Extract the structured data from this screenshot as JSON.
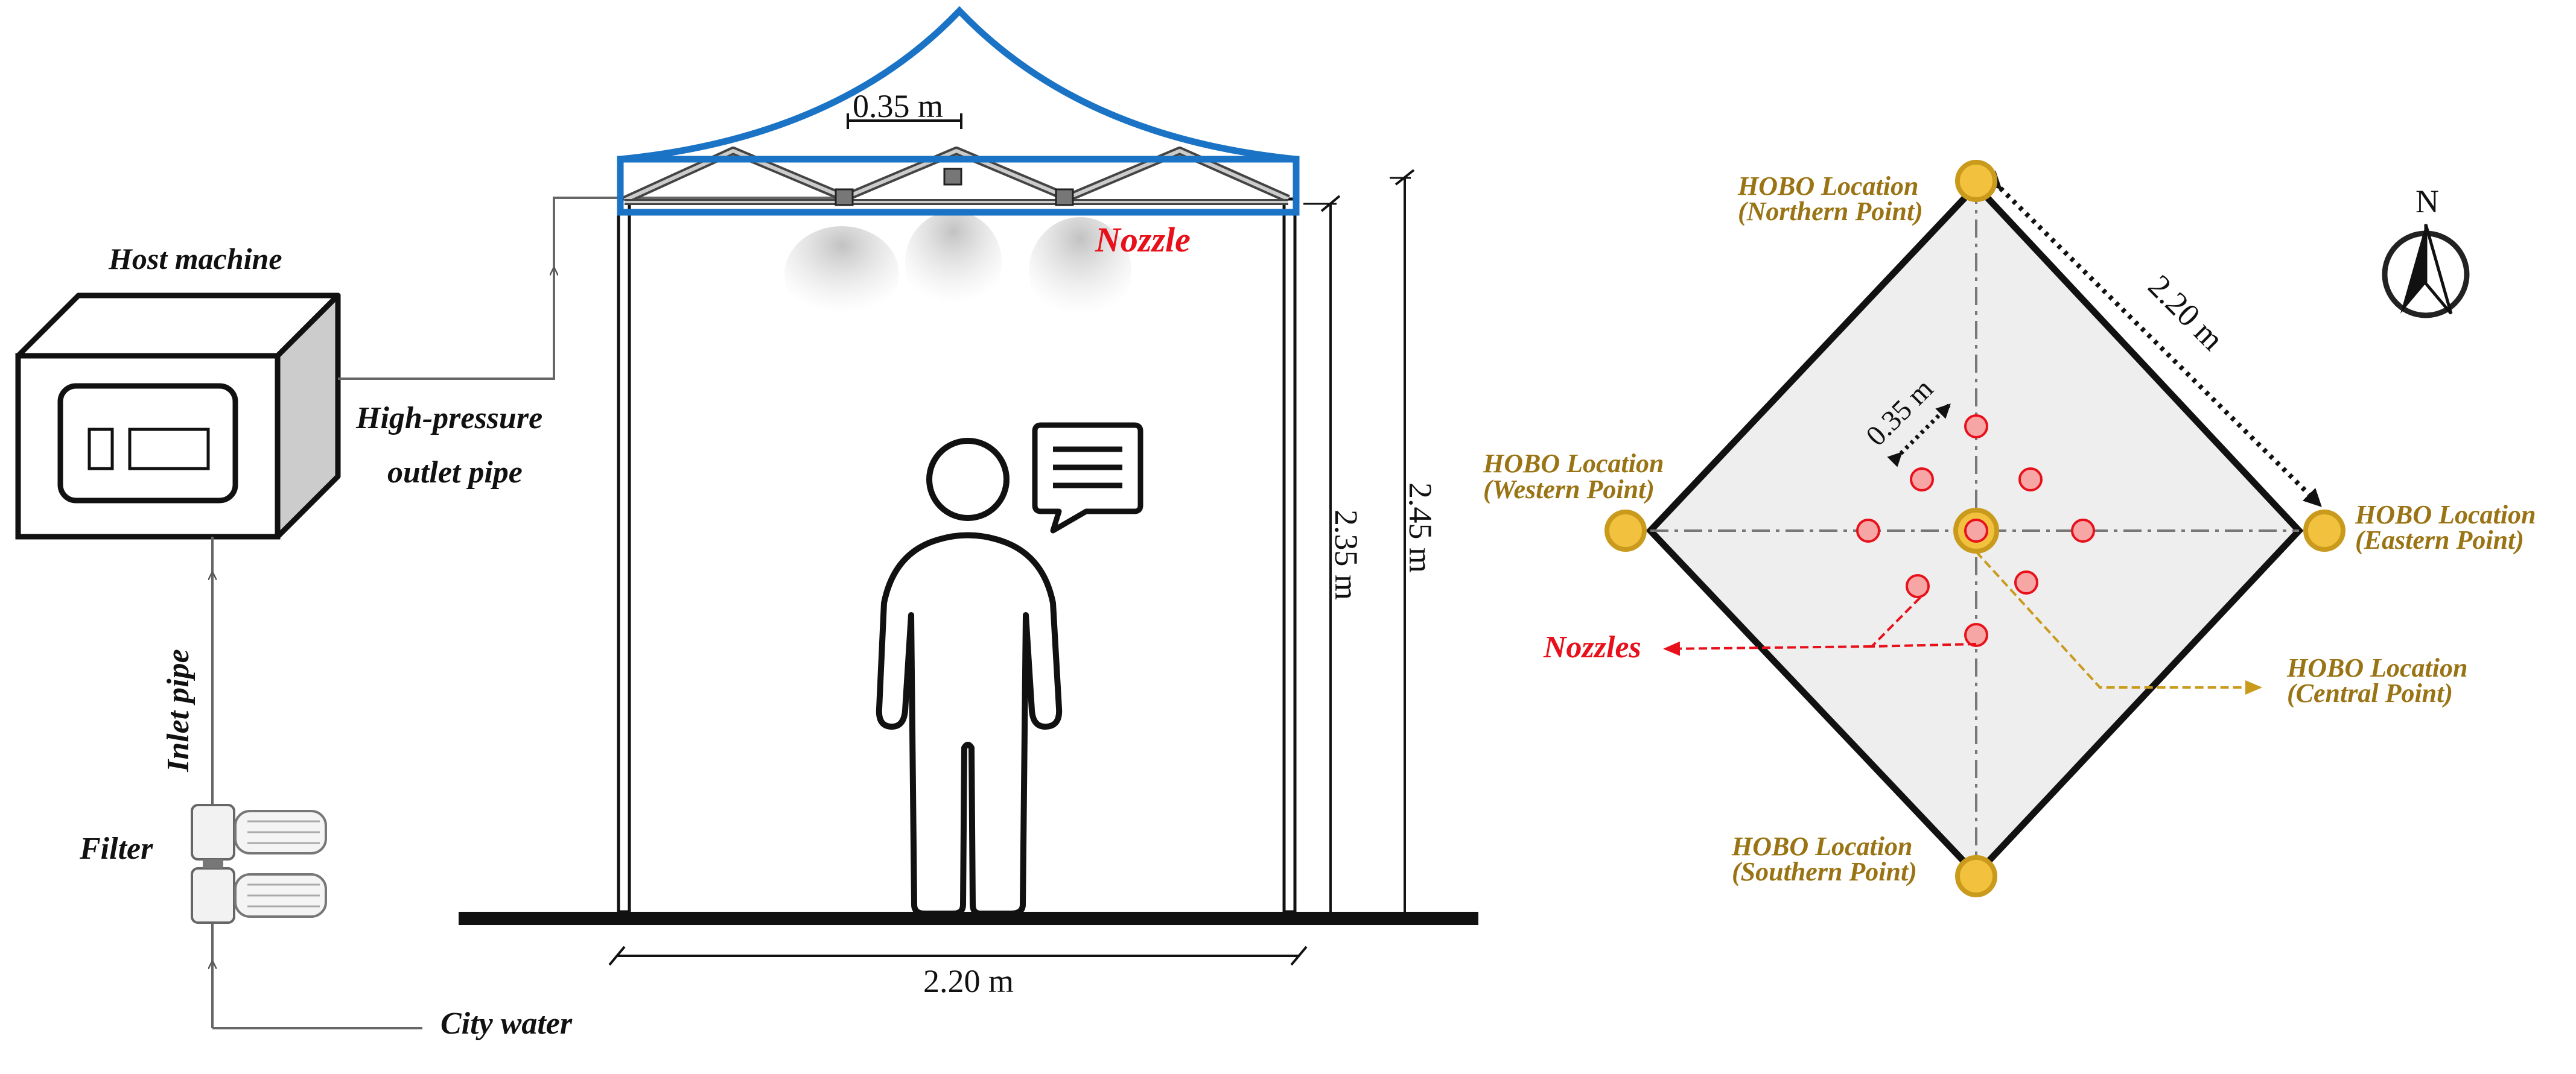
{
  "colors": {
    "black": "#111111",
    "frame_blue": "#1a73c4",
    "nozzle_red": "#e8101a",
    "hobo_gold": "#9a7414",
    "hobo_fill": "#f2c23e",
    "hobo_stroke": "#c99a1c",
    "nozzle_fill": "#f7a6a6",
    "plan_fill": "#eeeeee",
    "grey_line": "#555555"
  },
  "left": {
    "host_machine": "Host machine",
    "high_pressure_line1": "High-pressure",
    "high_pressure_line2": "outlet pipe",
    "inlet_pipe": "Inlet pipe",
    "filter": "Filter",
    "city_water": "City water"
  },
  "middle": {
    "nozzle_spacing": "0.35 m",
    "nozzle_label": "Nozzle",
    "height_inner": "2.35 m",
    "height_outer": "2.45 m",
    "width": "2.20 m"
  },
  "right": {
    "north_arrow": "N",
    "side_length": "2.20 m",
    "nozzle_spacing": "0.35 m",
    "nozzles_label": "Nozzles",
    "north": {
      "line1": "HOBO Location",
      "line2": "(Northern Point)"
    },
    "west": {
      "line1": "HOBO Location",
      "line2": "(Western Point)"
    },
    "east": {
      "line1": "HOBO Location",
      "line2": "(Eastern Point)"
    },
    "south": {
      "line1": "HOBO Location",
      "line2": "(Southern Point)"
    },
    "central": {
      "line1": "HOBO Location",
      "line2": "(Central Point)"
    }
  }
}
